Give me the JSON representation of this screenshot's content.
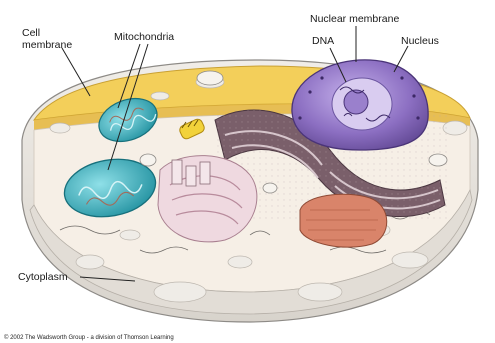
{
  "labels": {
    "cell_membrane_line1": "Cell",
    "cell_membrane_line2": "membrane",
    "mitochondria": "Mitochondria",
    "nuclear_membrane": "Nuclear membrane",
    "dna": "DNA",
    "nucleus": "Nucleus",
    "cytoplasm": "Cytoplasm"
  },
  "credit": "© 2002 The Wadsworth Group - a division of Thomson Learning",
  "colors": {
    "membrane": "#f3cf5a",
    "cytoplasm": "#f6efe6",
    "mitochondria": "#37a6b4",
    "nucleus": "#8c6fc2",
    "golgi": "#efd9e0",
    "er": "#6f5560",
    "chromatin": "#d9846a",
    "outer_shell": "#e9e6e1"
  }
}
